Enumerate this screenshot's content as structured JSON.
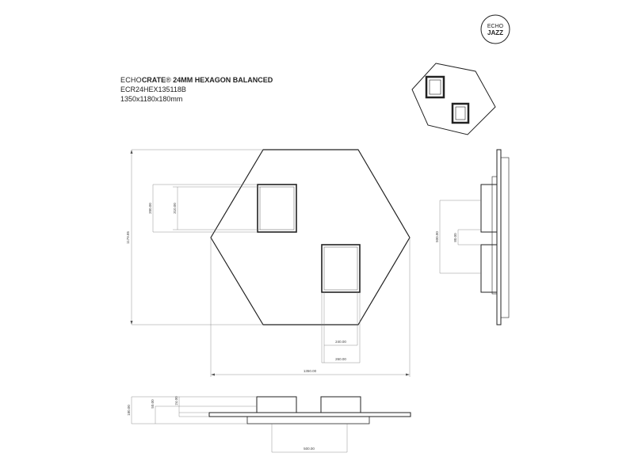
{
  "logo": {
    "line1": "ECHO",
    "line2": "JAZZ"
  },
  "title": {
    "brand_light": "ECHO",
    "brand_bold": "CRATE",
    "reg": "®",
    "product": " 24MM HEXAGON BALANCED",
    "code": "ECR24HEX135118B",
    "size": "1350x1180x180mm"
  },
  "dimensions": {
    "height_total": "1179.85",
    "box_outer_h": "310.00",
    "box_inner_h": "200.00",
    "box_outer_w": "260.00",
    "box_inner_w": "240.00",
    "width_total": "1350.00",
    "side_spacing": "500.00",
    "side_gap": "80.00",
    "bottom_depth_total": "180.00",
    "bottom_depth_box": "50.00",
    "bottom_panel": "24.00",
    "bottom_spacing": "500.00"
  }
}
